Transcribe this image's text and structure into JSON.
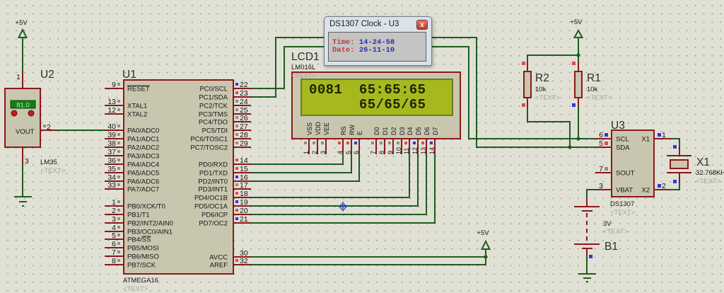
{
  "popup": {
    "title": "DS1307 Clock - U3",
    "close_glyph": "x",
    "time_label": "Time:",
    "time_value": "14-24-58",
    "date_label": "Date:",
    "date_value": "26-11-10"
  },
  "colors": {
    "wire": "#1f5d1f",
    "pin": "#8b1a1a",
    "body": "#c9c6b0",
    "lcd_screen": "#a6b81d",
    "marker_red": "#e04a4a",
    "marker_blue": "#3535e0",
    "marker_grey": "#8e8e8e"
  },
  "schematic": {
    "power": {
      "u2_supply": "+5V",
      "pullup_supply": "+5V",
      "avcc_supply": "+5V"
    },
    "u2": {
      "ref": "U2",
      "part": "LM35",
      "text": "<TEXT>",
      "display_value": "81.0",
      "pin_name": "VOUT",
      "pin_vcc": "1",
      "pin_vout": "2",
      "pin_gnd": "3"
    },
    "u1": {
      "ref": "U1",
      "part": "ATMEGA16",
      "text": "<TEXT>",
      "left_pins": [
        {
          "num": "9",
          "name": "",
          "over": "RESET",
          "marker": "grey"
        },
        {
          "num": "13",
          "name": "XTAL1",
          "over": "",
          "marker": "grey"
        },
        {
          "num": "12",
          "name": "XTAL2",
          "over": "",
          "marker": "grey"
        },
        {
          "num": "40",
          "name": "PA0/ADC0",
          "over": "",
          "marker": "grey"
        },
        {
          "num": "39",
          "name": "PA1/ADC1",
          "over": "",
          "marker": "grey"
        },
        {
          "num": "38",
          "name": "PA2/ADC2",
          "over": "",
          "marker": "grey"
        },
        {
          "num": "37",
          "name": "PA3/ADC3",
          "over": "",
          "marker": "grey"
        },
        {
          "num": "36",
          "name": "PA4/ADC4",
          "over": "",
          "marker": "grey"
        },
        {
          "num": "35",
          "name": "PA5/ADC5",
          "over": "",
          "marker": "grey"
        },
        {
          "num": "34",
          "name": "PA6/ADC6",
          "over": "",
          "marker": "grey"
        },
        {
          "num": "33",
          "name": "PA7/ADC7",
          "over": "",
          "marker": "grey"
        },
        {
          "num": "1",
          "name": "PB0/XCK/T0",
          "over": "",
          "marker": "grey"
        },
        {
          "num": "2",
          "name": "PB1/T1",
          "over": "",
          "marker": "grey"
        },
        {
          "num": "3",
          "name": "PB2/INT2/AIN0",
          "over": "",
          "marker": "grey"
        },
        {
          "num": "4",
          "name": "PB3/OC0/AIN1",
          "over": "",
          "marker": "grey"
        },
        {
          "num": "5",
          "name": "PB4/",
          "over": "SS",
          "marker": "grey"
        },
        {
          "num": "6",
          "name": "PB5/MOSI",
          "over": "",
          "marker": "grey"
        },
        {
          "num": "7",
          "name": "PB6/MISO",
          "over": "",
          "marker": "grey"
        },
        {
          "num": "8",
          "name": "PB7/SCK",
          "over": "",
          "marker": "grey"
        }
      ],
      "right_pins": [
        {
          "num": "22",
          "name": "PC0/SCL",
          "marker": "blue"
        },
        {
          "num": "23",
          "name": "PC1/SDA",
          "marker": "red"
        },
        {
          "num": "24",
          "name": "PC2/TCK",
          "marker": "grey"
        },
        {
          "num": "25",
          "name": "PC3/TMS",
          "marker": "grey"
        },
        {
          "num": "26",
          "name": "PC4/TDO",
          "marker": "grey"
        },
        {
          "num": "27",
          "name": "PC5/TDI",
          "marker": "grey"
        },
        {
          "num": "28",
          "name": "PC6/TOSC1",
          "marker": "grey"
        },
        {
          "num": "29",
          "name": "PC7/TOSC2",
          "marker": "grey"
        },
        {
          "num": "14",
          "name": "PD0/RXD",
          "marker": "red"
        },
        {
          "num": "15",
          "name": "PD1/TXD",
          "marker": "red"
        },
        {
          "num": "16",
          "name": "PD2/INT0",
          "marker": "blue"
        },
        {
          "num": "17",
          "name": "PD3/INT1",
          "marker": "grey"
        },
        {
          "num": "18",
          "name": "PD4/OC1B",
          "marker": "red"
        },
        {
          "num": "19",
          "name": "PD5/OC1A",
          "marker": "blue"
        },
        {
          "num": "20",
          "name": "PD6/ICP",
          "marker": "red"
        },
        {
          "num": "21",
          "name": "PD7/OC2",
          "marker": "blue"
        },
        {
          "num": "30",
          "name": "AVCC",
          "marker": ""
        },
        {
          "num": "32",
          "name": "AREF",
          "marker": "red"
        }
      ]
    },
    "lcd": {
      "ref": "LCD1",
      "part": "LM016L",
      "text": "<TEXT>",
      "lines": [
        "0081  65:65:65",
        "      65/65/65"
      ],
      "pins": [
        {
          "num": "1",
          "name": "VSS",
          "marker": "grey"
        },
        {
          "num": "2",
          "name": "VDD",
          "marker": "grey"
        },
        {
          "num": "3",
          "name": "VEE",
          "marker": "grey"
        },
        {
          "num": "4",
          "name": "RS",
          "marker": "red"
        },
        {
          "num": "5",
          "name": "RW",
          "marker": "red"
        },
        {
          "num": "6",
          "name": "E",
          "marker": "blue"
        },
        {
          "num": "7",
          "name": "D0",
          "marker": "grey"
        },
        {
          "num": "8",
          "name": "D1",
          "marker": "grey"
        },
        {
          "num": "9",
          "name": "D2",
          "marker": "grey"
        },
        {
          "num": "10",
          "name": "D3",
          "marker": "grey"
        },
        {
          "num": "11",
          "name": "D4",
          "marker": "red"
        },
        {
          "num": "12",
          "name": "D5",
          "marker": "blue"
        },
        {
          "num": "13",
          "name": "D6",
          "marker": "red"
        },
        {
          "num": "14",
          "name": "D7",
          "marker": "blue"
        }
      ]
    },
    "r2": {
      "ref": "R2",
      "value": "10k",
      "text": "<TEXT>"
    },
    "r1": {
      "ref": "R1",
      "value": "10k",
      "text": "<TEXT>"
    },
    "u3": {
      "ref": "U3",
      "part": "DS1307",
      "text": "<TEXT>",
      "left_pins": [
        {
          "num": "6",
          "name": "SCL",
          "marker": "blue"
        },
        {
          "num": "5",
          "name": "SDA",
          "marker": "red"
        },
        {
          "num": "7",
          "name": "SOUT",
          "marker": "grey"
        },
        {
          "num": "3",
          "name": "VBAT",
          "marker": ""
        }
      ],
      "right_pins": [
        {
          "num": "1",
          "name": "X1",
          "marker": "blue"
        },
        {
          "num": "2",
          "name": "X2",
          "marker": "blue"
        }
      ]
    },
    "x1": {
      "ref": "X1",
      "value": "32.768KH",
      "text": "<TEXT>"
    },
    "b1": {
      "ref": "B1",
      "value": "3V",
      "text": "<TEXT>"
    }
  }
}
